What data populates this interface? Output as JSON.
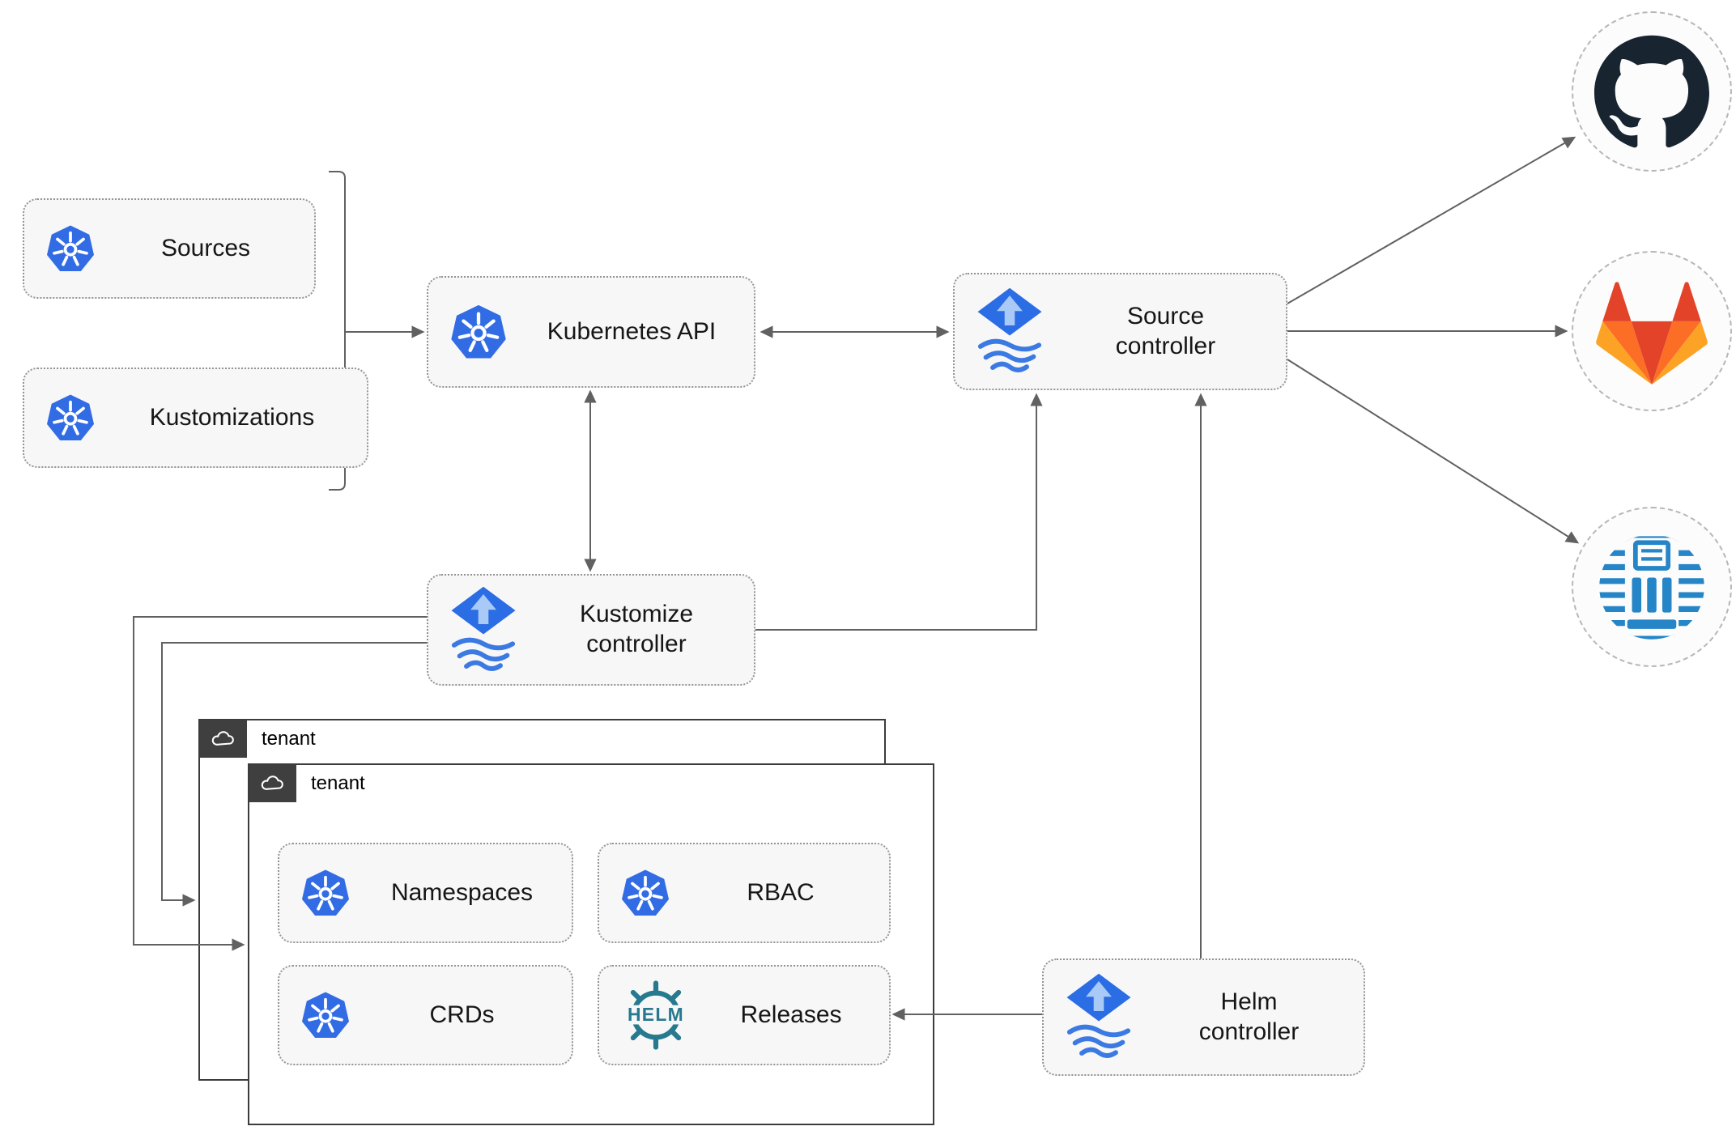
{
  "diagram": {
    "nodes": {
      "sources": {
        "label": "Sources"
      },
      "kustomizations": {
        "label": "Kustomizations"
      },
      "kubernetes_api": {
        "label": "Kubernetes API"
      },
      "source_controller": {
        "line1": "Source",
        "line2": "controller"
      },
      "kustomize_controller": {
        "line1": "Kustomize",
        "line2": "controller"
      },
      "helm_controller": {
        "line1": "Helm",
        "line2": "controller"
      },
      "namespaces": {
        "label": "Namespaces"
      },
      "rbac": {
        "label": "RBAC"
      },
      "crds": {
        "label": "CRDs"
      },
      "releases": {
        "label": "Releases"
      }
    },
    "tenants": [
      {
        "label": "tenant"
      },
      {
        "label": "tenant"
      }
    ],
    "external_targets": [
      {
        "name": "GitHub"
      },
      {
        "name": "GitLab"
      },
      {
        "name": "Harbor registry"
      }
    ],
    "logos": {
      "helm_wordmark": "HELM"
    },
    "colors": {
      "kubernetes_blue": "#326ce5",
      "flux_diamond_blue": "#2b6de4",
      "flux_arrow_blue": "#a9c9f6",
      "flux_wave_blue": "#3b79e3",
      "helm_teal": "#26798e",
      "github_dark": "#182430",
      "gitlab_red": "#e24329",
      "gitlab_orange": "#fc6d26",
      "gitlab_yellow": "#fca326",
      "harbor_blue": "#2585c7",
      "connector_gray": "#616161",
      "node_fill": "#f7f7f7",
      "node_border": "#949494",
      "tenant_border": "#3c3c3c",
      "tenant_tab_fill": "#3f3f3f"
    }
  }
}
